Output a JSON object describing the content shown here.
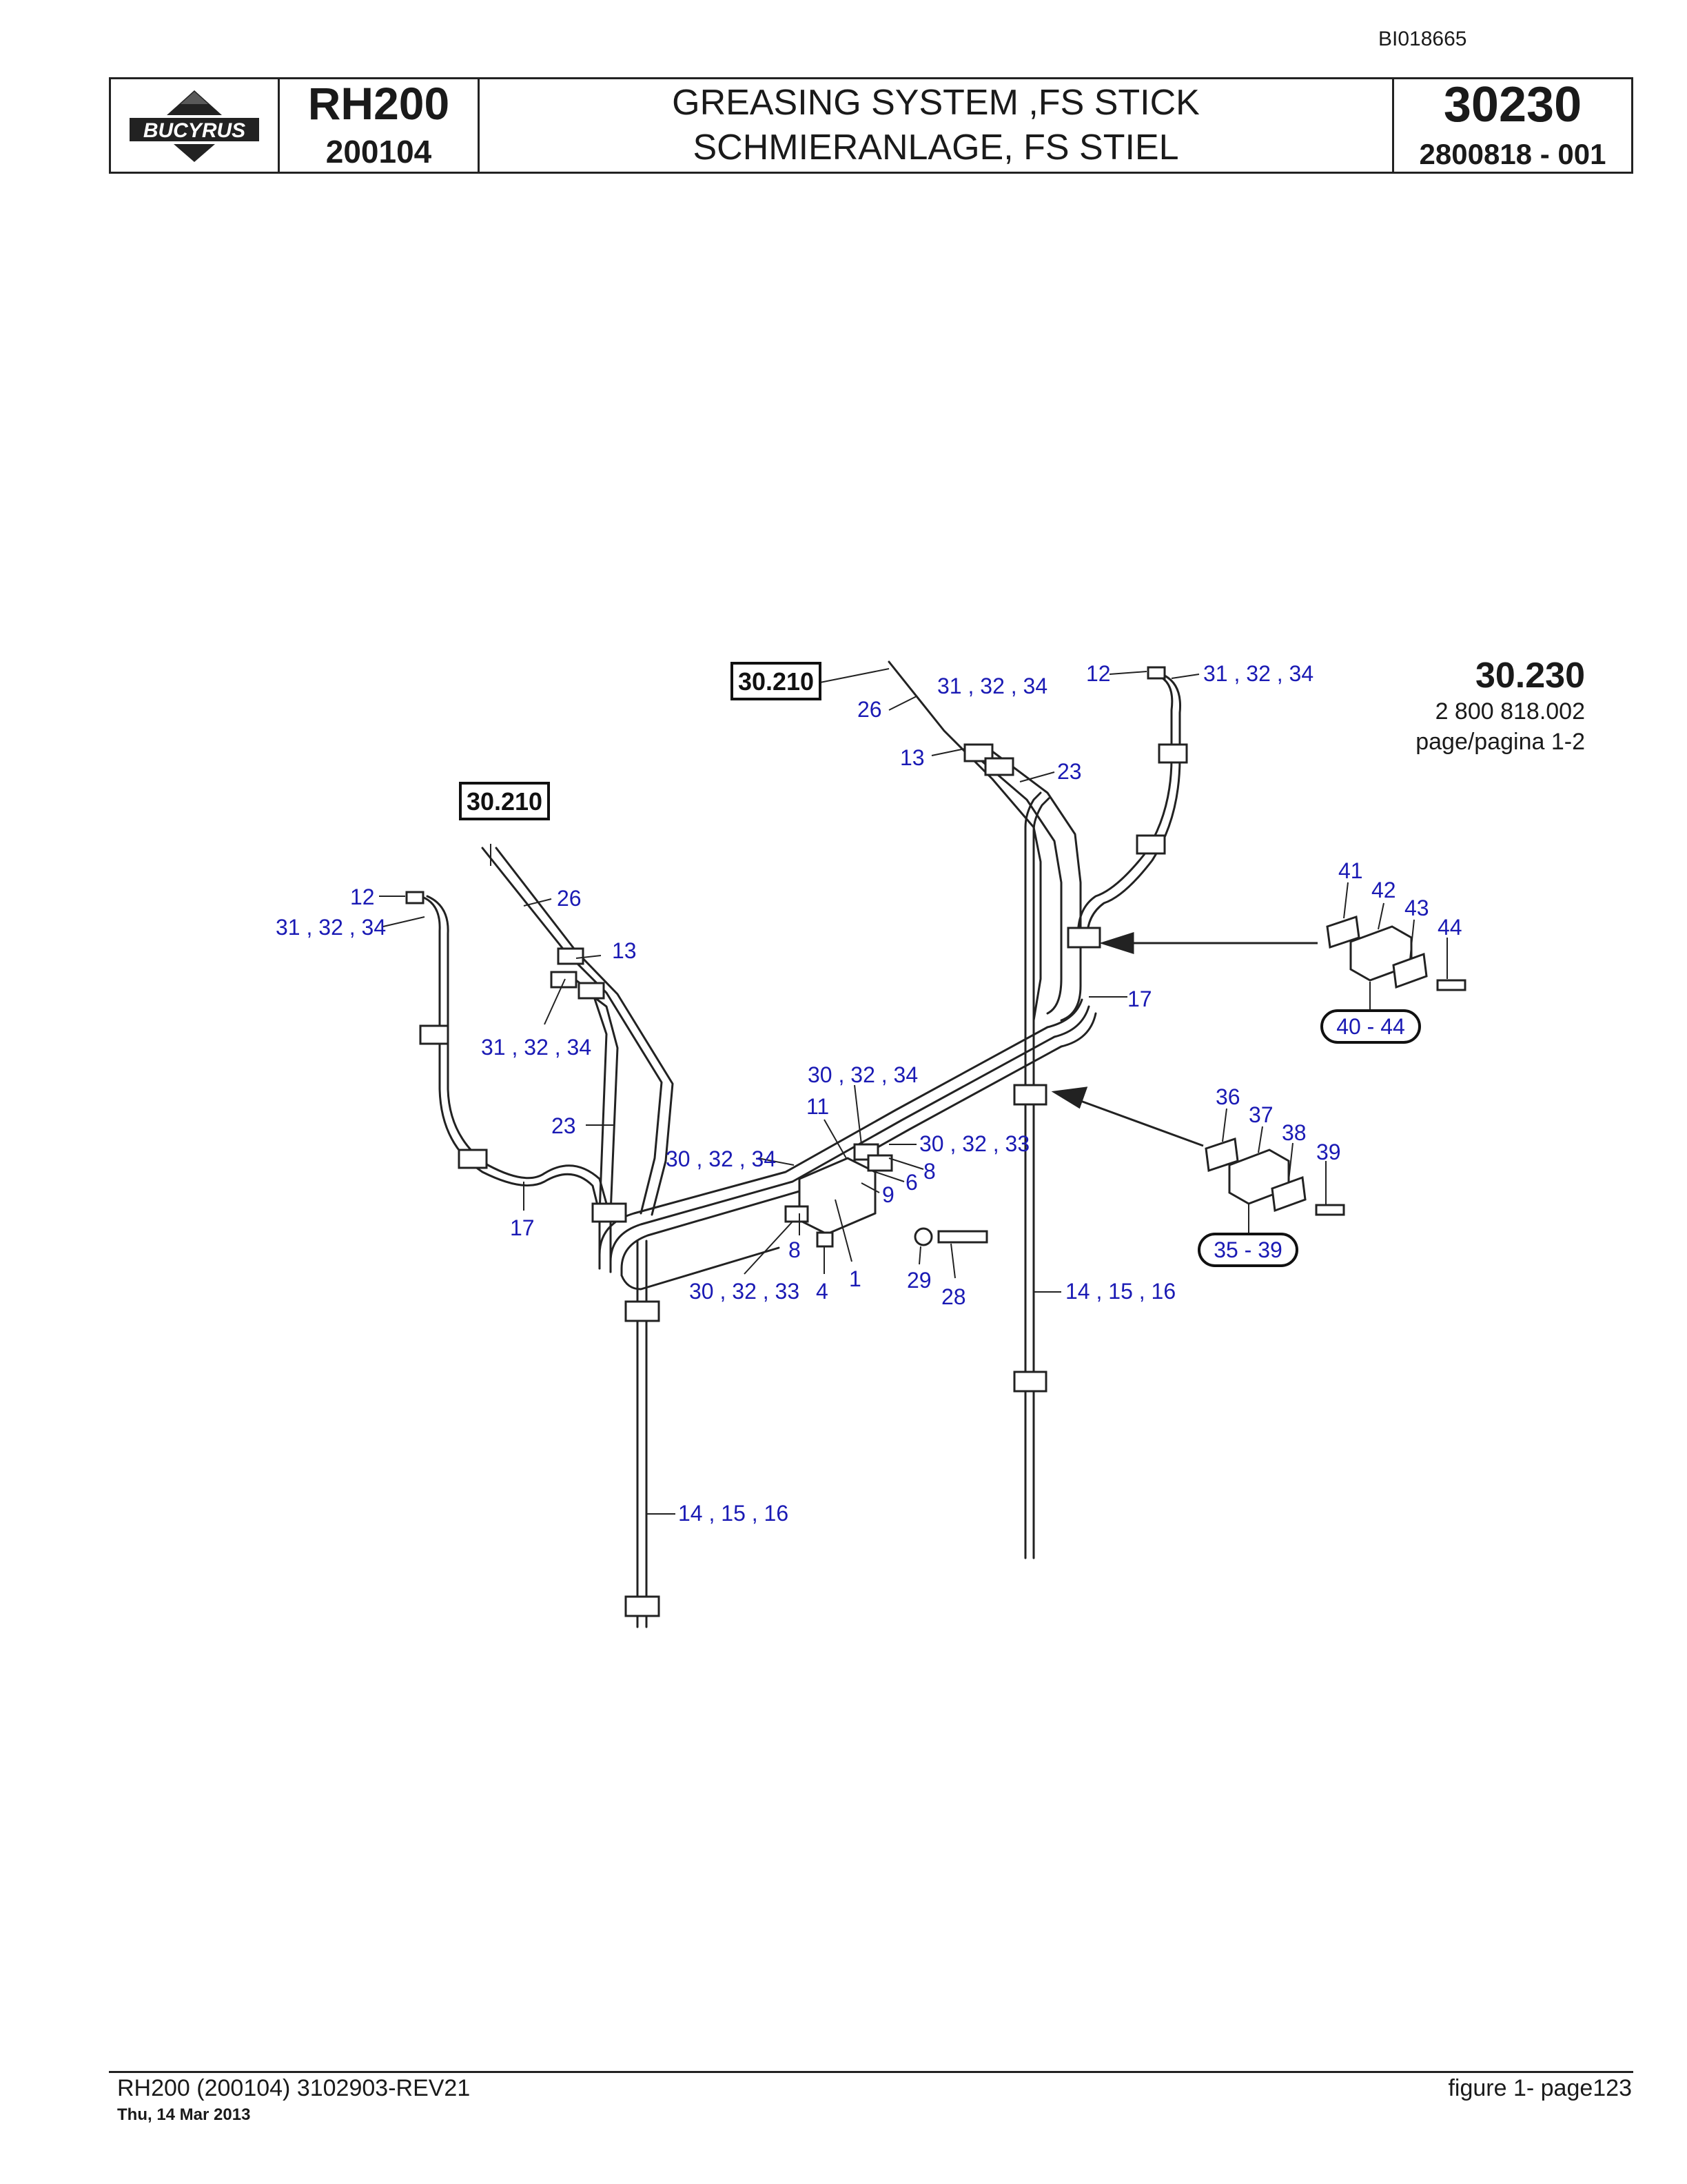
{
  "doc_id": "BI018665",
  "header": {
    "logo_text": "BUCYRUS",
    "model": "RH200",
    "serial": "200104",
    "title_en": "GREASING SYSTEM ,FS STICK",
    "title_de": "SCHMIERANLAGE, FS STIEL",
    "group_number": "30230",
    "part_number": "2800818  - 001"
  },
  "sheet": {
    "number": "30.230",
    "code": "2 800 818.002",
    "page": "page/pagina 1-2"
  },
  "references": [
    "30.210",
    "30.210"
  ],
  "callouts": {
    "c26a": "26",
    "c13a": "13",
    "c313234a": "31 , 32 , 34",
    "c12a": "12",
    "c313234b": "31 , 32 , 34",
    "c23a": "23",
    "c12b": "12",
    "c313234c": "31 , 32 , 34",
    "c26b": "26",
    "c13b": "13",
    "c313234d": "31 , 32 , 34",
    "c23b": "23",
    "c17a": "17",
    "c17b": "17",
    "c303234a": "30 , 32 , 34",
    "c11": "11",
    "c303234b": "30 , 32 , 34",
    "c303233a": "30 , 32 , 33",
    "c8a": "8",
    "c6": "6",
    "c9": "9",
    "c8b": "8",
    "c303233b": "30 , 32 , 33",
    "c4": "4",
    "c1": "1",
    "c29": "29",
    "c28": "28",
    "c141516a": "14 , 15 , 16",
    "c141516b": "14 , 15 , 16",
    "c41": "41",
    "c42": "42",
    "c43": "43",
    "c44": "44",
    "c36": "36",
    "c37": "37",
    "c38": "38",
    "c39": "39"
  },
  "groups": {
    "g1": "40  -  44",
    "g2": "35  -  39"
  },
  "footer": {
    "left": "RH200 (200104) 3102903-REV21",
    "date": "Thu, 14 Mar 2013",
    "right": "figure  1- page123"
  }
}
